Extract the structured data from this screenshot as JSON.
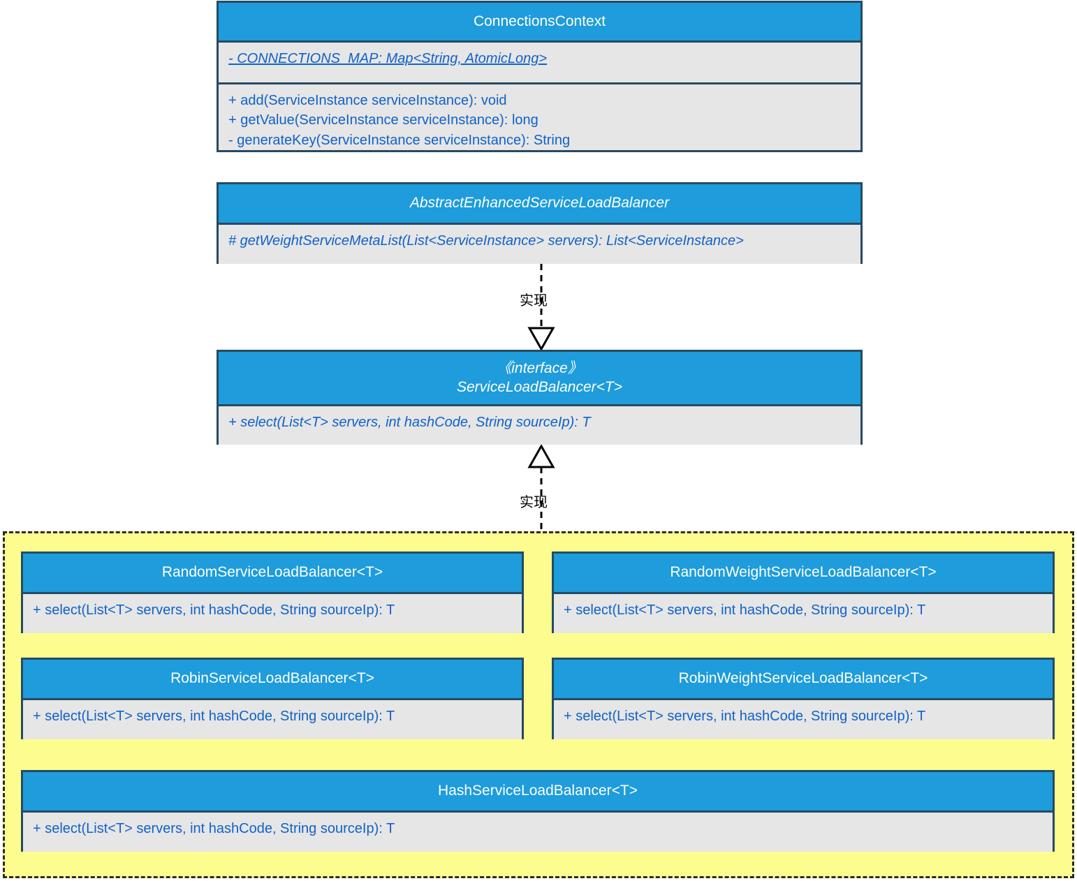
{
  "diagram": {
    "title": "ServiceLoadBalancer UML class diagram",
    "colors": {
      "header_fill": "#1e9cdb",
      "body_fill": "#e6e6e6",
      "border": "#264a63",
      "text_blue": "#1161c9",
      "group_fill": "#fdfd8f",
      "group_border": "#2b2b2b"
    }
  },
  "classes": {
    "connections_context": {
      "name": "ConnectionsContext",
      "attributes": [
        "- CONNECTIONS_MAP: Map<String, AtomicLong>"
      ],
      "methods": [
        "+ add(ServiceInstance serviceInstance): void",
        "+ getValue(ServiceInstance serviceInstance): long",
        "- generateKey(ServiceInstance serviceInstance): String"
      ]
    },
    "abstract_enhanced": {
      "name": "AbstractEnhancedServiceLoadBalancer",
      "methods": [
        "# getWeightServiceMetaList(List<ServiceInstance> servers): List<ServiceInstance>"
      ]
    },
    "service_load_balancer": {
      "stereotype": "《interface》",
      "name": "ServiceLoadBalancer<T>",
      "methods": [
        "+ select(List<T> servers, int hashCode, String sourceIp): T"
      ]
    },
    "random": {
      "name": "RandomServiceLoadBalancer<T>",
      "methods": [
        "+ select(List<T> servers, int hashCode, String sourceIp): T"
      ]
    },
    "random_weight": {
      "name": "RandomWeightServiceLoadBalancer<T>",
      "methods": [
        "+ select(List<T> servers, int hashCode, String sourceIp): T"
      ]
    },
    "robin": {
      "name": "RobinServiceLoadBalancer<T>",
      "methods": [
        "+ select(List<T> servers, int hashCode, String sourceIp): T"
      ]
    },
    "robin_weight": {
      "name": "RobinWeightServiceLoadBalancer<T>",
      "methods": [
        "+ select(List<T> servers, int hashCode, String sourceIp): T"
      ]
    },
    "hash": {
      "name": "HashServiceLoadBalancer<T>",
      "methods": [
        "+ select(List<T> servers, int hashCode, String sourceIp): T"
      ]
    }
  },
  "connectors": [
    {
      "id": "abstract-to-interface",
      "label": "实现",
      "style": "dashed",
      "arrow": "hollow-triangle",
      "direction": "down",
      "from": "AbstractEnhancedServiceLoadBalancer",
      "to": "ServiceLoadBalancer<T>"
    },
    {
      "id": "implementations-to-interface",
      "label": "实现",
      "style": "dashed",
      "arrow": "hollow-triangle",
      "direction": "up",
      "from": "implementations group",
      "to": "ServiceLoadBalancer<T>"
    }
  ]
}
